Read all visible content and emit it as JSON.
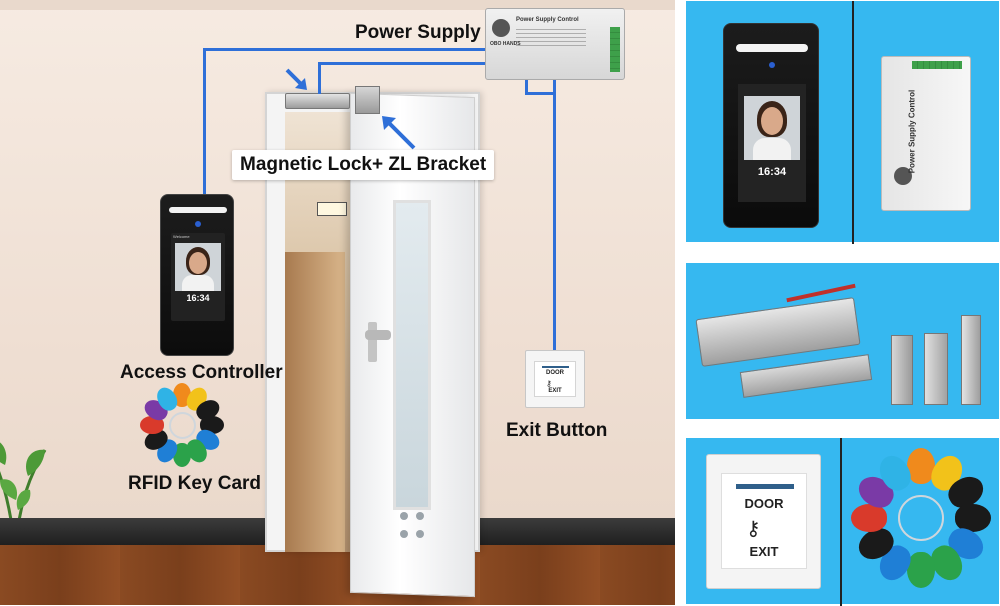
{
  "labels": {
    "power_supply": "Power Supply",
    "magnetic_lock": "Magnetic Lock+ ZL Bracket",
    "access_controller": "Access Controller",
    "rfid_key_card": "RFID Key Card",
    "exit_button": "Exit Button"
  },
  "psu": {
    "title": "Power Supply Control",
    "brand": "OBO HANDS"
  },
  "device": {
    "time": "16:34",
    "greeting": "Welcome"
  },
  "exit_plate": {
    "line1": "DOOR",
    "line2": "EXIT"
  },
  "colors": {
    "wire": "#2e6fd8",
    "panel_bg": "#36b8f0",
    "fob_colors": [
      "#f08a1c",
      "#f2c21a",
      "#1a1a1a",
      "#1a1a1a",
      "#1f7fd6",
      "#2ba24a",
      "#2ba24a",
      "#1f7fd6",
      "#1a1a1a",
      "#d93a2b",
      "#7a3aa6",
      "#2fb3e6"
    ]
  }
}
